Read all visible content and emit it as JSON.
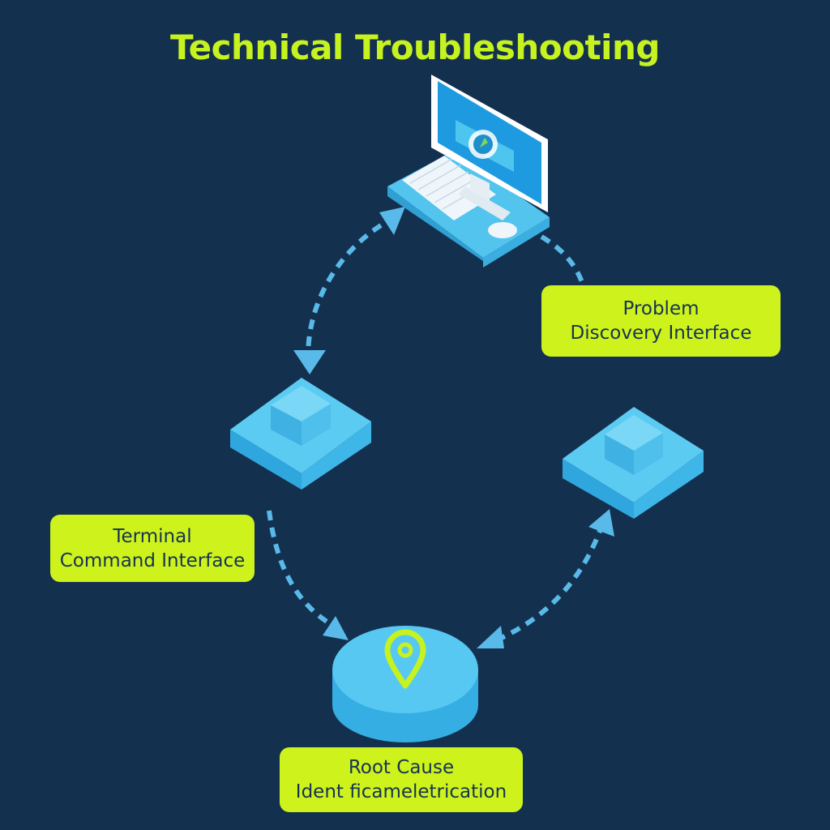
{
  "title": "Technical Troubleshooting",
  "nodes": {
    "problem": {
      "line1": "Problem",
      "line2": "Discovery Interface"
    },
    "terminal": {
      "line1": "Terminal",
      "line2": "Command Interface"
    },
    "root": {
      "line1": "Root Cause",
      "line2": "Ident ficameletrication"
    }
  },
  "icons": {
    "computer": "desktop-computer-icon",
    "block_left": "server-block-icon",
    "block_right": "server-block-icon",
    "root": "location-pin-cylinder-icon"
  },
  "colors": {
    "background": "#14304f",
    "accent": "#c6f21f",
    "label_bg": "#cdf21c",
    "shape": "#4cc3ee",
    "arrow": "#59b9e8"
  }
}
